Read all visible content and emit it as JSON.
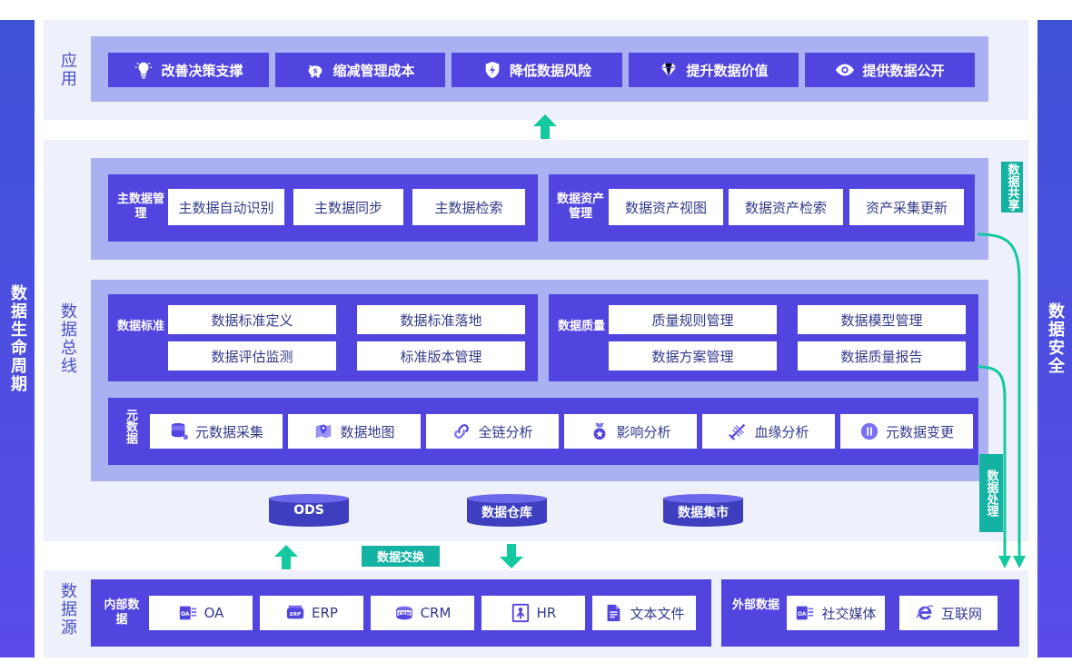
{
  "sides": {
    "left": "数据生命周期",
    "right": "数据安全"
  },
  "app_layer": {
    "label": "应用",
    "items": [
      {
        "label": "改善决策支撑",
        "icon": "lightbulb-icon"
      },
      {
        "label": "缩减管理成本",
        "icon": "piggy-bank-icon"
      },
      {
        "label": "降低数据风险",
        "icon": "shield-icon"
      },
      {
        "label": "提升数据价值",
        "icon": "diamond-icon"
      },
      {
        "label": "提供数据公开",
        "icon": "eye-icon"
      }
    ]
  },
  "bus": {
    "label": "数据总线",
    "master": {
      "label": "主数据管理",
      "items": [
        "主数据自动识别",
        "主数据同步",
        "主数据检索"
      ]
    },
    "asset": {
      "label": "数据资产管理",
      "items": [
        "数据资产视图",
        "数据资产检索",
        "资产采集更新"
      ]
    },
    "standard": {
      "label": "数据标准",
      "items": [
        "数据标准定义",
        "数据标准落地",
        "数据评估监测",
        "标准版本管理"
      ]
    },
    "quality": {
      "label": "数据质量",
      "items": [
        "质量规则管理",
        "数据模型管理",
        "数据方案管理",
        "数据质量报告"
      ]
    },
    "meta": {
      "label": "元数据",
      "items": [
        {
          "label": "元数据采集",
          "icon": "database-icon"
        },
        {
          "label": "数据地图",
          "icon": "map-pin-icon"
        },
        {
          "label": "全链分析",
          "icon": "link-icon"
        },
        {
          "label": "影响分析",
          "icon": "medal-icon"
        },
        {
          "label": "血缘分析",
          "icon": "dna-icon"
        },
        {
          "label": "元数据变更",
          "icon": "change-icon"
        }
      ]
    },
    "stores": [
      "ODS",
      "数据仓库",
      "数据集市"
    ]
  },
  "tags": {
    "share": "数据共享",
    "process": "数据处理",
    "exchange": "数据交换"
  },
  "source": {
    "label": "数据源",
    "internal": {
      "label": "内部数据",
      "items": [
        {
          "label": "OA",
          "icon": "oa-icon"
        },
        {
          "label": "ERP",
          "icon": "erp-icon"
        },
        {
          "label": "CRM",
          "icon": "crm-icon"
        },
        {
          "label": "HR",
          "icon": "hr-icon"
        },
        {
          "label": "文本文件",
          "icon": "document-icon"
        }
      ]
    },
    "external": {
      "label": "外部数据",
      "items": [
        {
          "label": "社交媒体",
          "icon": "oa-icon"
        },
        {
          "label": "互联网",
          "icon": "browser-icon"
        }
      ]
    }
  },
  "colors": {
    "primary": "#5245df",
    "panel": "#a9b1f3",
    "teal": "#14b2a3",
    "side": "#4b4fe0"
  }
}
